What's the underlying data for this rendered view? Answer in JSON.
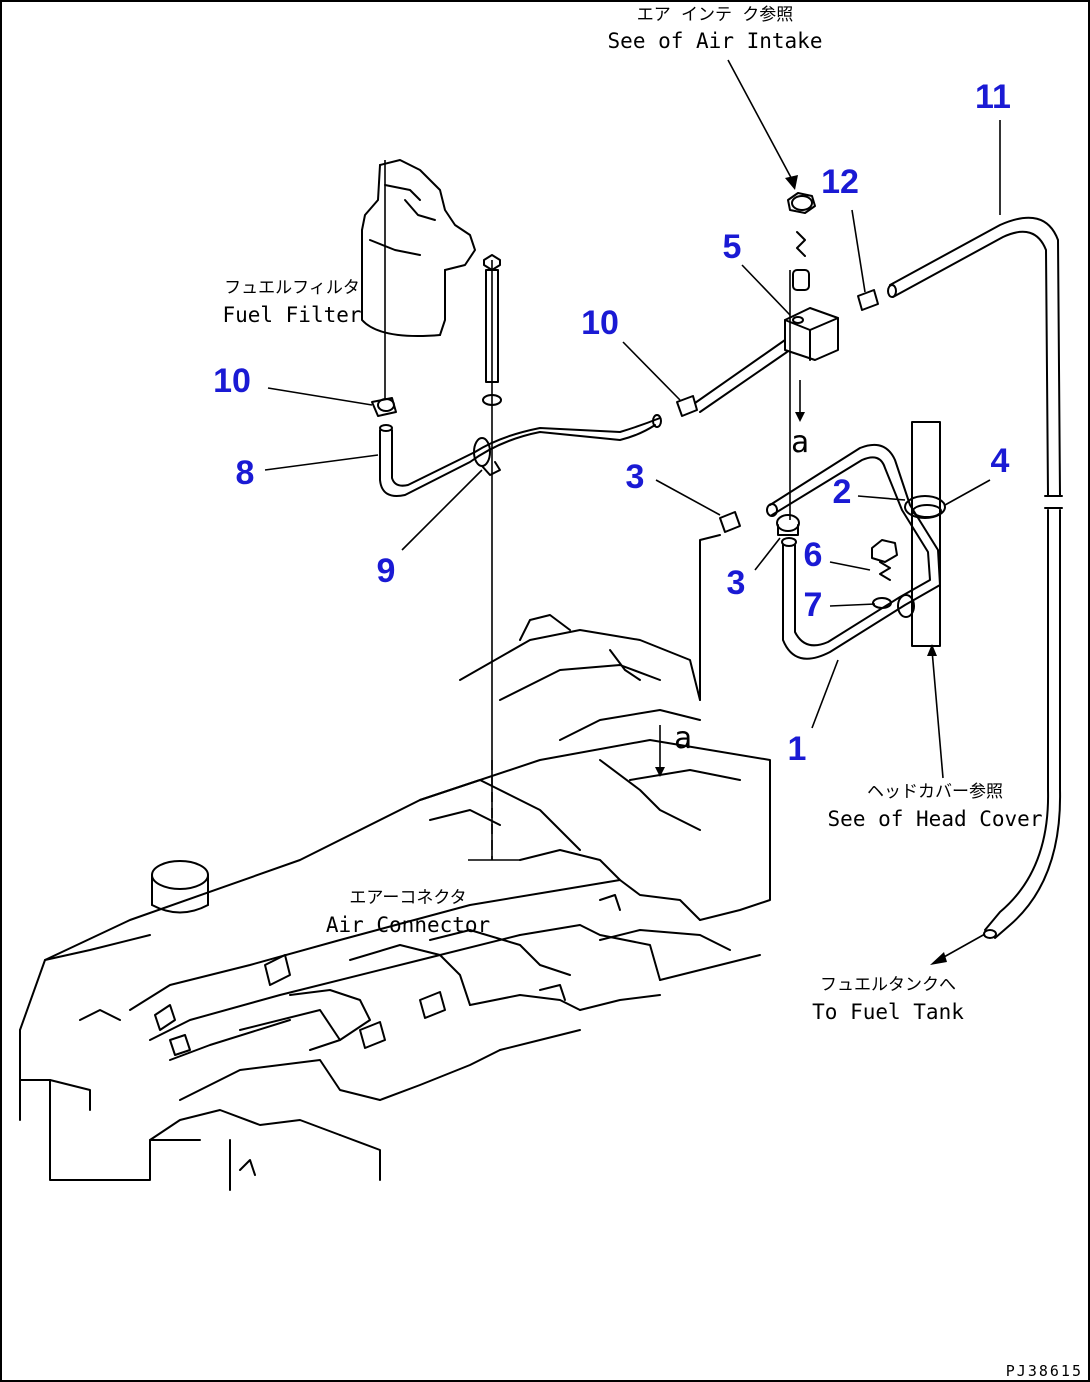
{
  "diagram": {
    "reference_code": "PJ38615",
    "accent_color": "#1a1ad4",
    "callouts": [
      "11",
      "12",
      "5",
      "10",
      "10",
      "8",
      "9",
      "3",
      "3",
      "2",
      "4",
      "6",
      "7",
      "1"
    ],
    "notes": {
      "air_intake_jp": "エア インテ ク参照",
      "air_intake_en": "See of Air Intake",
      "fuel_filter_jp": "フュエルフィルタ",
      "fuel_filter_en": "Fuel Filter",
      "head_cover_jp": "ヘッドカバー参照",
      "head_cover_en": "See of Head Cover",
      "air_connector_jp": "エアーコネクタ",
      "air_connector_en": "Air Connector",
      "fuel_tank_jp": "フュエルタンクへ",
      "fuel_tank_en": "To Fuel Tank"
    },
    "connection_marks": [
      "a",
      "a"
    ]
  }
}
